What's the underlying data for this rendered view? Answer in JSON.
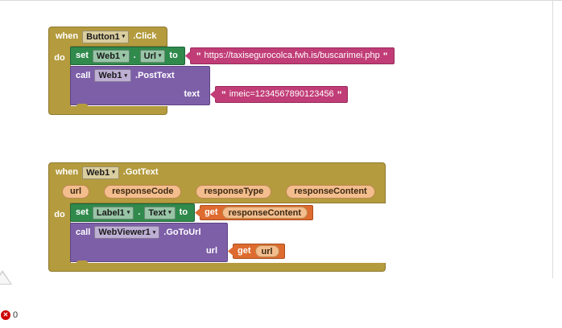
{
  "icons": {
    "caret": "▾",
    "error_x": "✕"
  },
  "colors": {
    "event_block": "#b49b3e",
    "setter_block": "#2f8a4c",
    "caller_block": "#7d5fa8",
    "text_block": "#c13d77",
    "getter_block": "#de6b2f",
    "param_pill": "#f3bd8d",
    "error_badge": "#cc0000"
  },
  "status_bar": {
    "error_count": "0"
  },
  "blocks": {
    "click_handler": {
      "when_label": "when",
      "component": "Button1",
      "event": ".Click",
      "do_label": "do",
      "set_url": {
        "set_label": "set",
        "component": "Web1",
        "dot": ".",
        "property": "Url",
        "to_label": "to",
        "open_quote": "\"",
        "value": "https://taxisegurocolca.fwh.is/buscarimei.php",
        "close_quote": "\""
      },
      "post_text": {
        "call_label": "call",
        "component": "Web1",
        "method": ".PostText",
        "arg_label": "text",
        "open_quote": "\"",
        "value": "imeic=1234567890123456",
        "close_quote": "\""
      }
    },
    "got_text_handler": {
      "when_label": "when",
      "component": "Web1",
      "event": ".GotText",
      "params": [
        "url",
        "responseCode",
        "responseType",
        "responseContent"
      ],
      "do_label": "do",
      "set_text": {
        "set_label": "set",
        "component": "Label1",
        "dot": ".",
        "property": "Text",
        "to_label": "to",
        "get_label": "get",
        "variable": "responseContent"
      },
      "go_to_url": {
        "call_label": "call",
        "component": "WebViewer1",
        "method": ".GoToUrl",
        "arg_label": "url",
        "get_label": "get",
        "variable": "url"
      }
    }
  }
}
